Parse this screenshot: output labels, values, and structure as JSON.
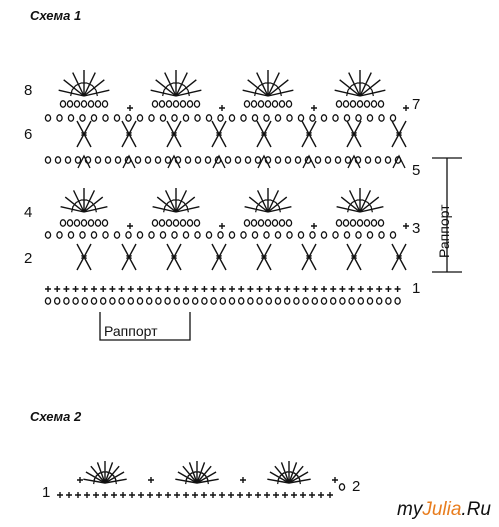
{
  "scheme1": {
    "title": "Схема 1",
    "rapport_bottom": "Раппорт",
    "rapport_side": "Раппорт",
    "row_labels_left": [
      "8",
      "6",
      "4",
      "2"
    ],
    "row_labels_right": [
      "7",
      "5",
      "3",
      "1"
    ]
  },
  "scheme2": {
    "title": "Схема 2",
    "row_labels_left": [
      "1"
    ],
    "row_labels_right": [
      "2"
    ]
  },
  "watermark": {
    "part1": "my",
    "part2": "Julia",
    "part3": ".Ru"
  },
  "colors": {
    "ink": "#111111",
    "brand": "#e87d1e"
  }
}
